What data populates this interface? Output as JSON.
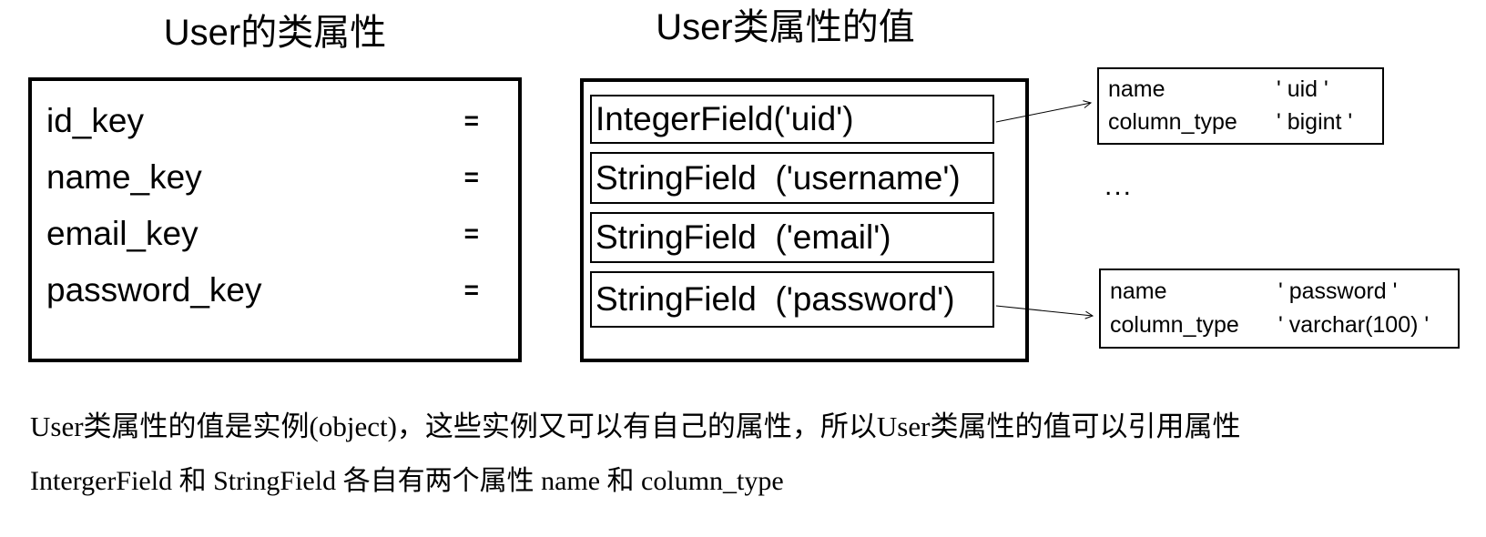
{
  "diagram": {
    "left_panel": {
      "title": "User的类属性",
      "rows": [
        {
          "name": "id_key",
          "eq": "="
        },
        {
          "name": "name_key",
          "eq": "="
        },
        {
          "name": "email_key",
          "eq": "="
        },
        {
          "name": "password_key",
          "eq": "="
        }
      ]
    },
    "middle_panel": {
      "title": "User类属性的值",
      "items": [
        {
          "label": "IntegerField('uid')"
        },
        {
          "label": "StringField  ('username')"
        },
        {
          "label": "StringField  ('email')"
        },
        {
          "label": "StringField  ('password')"
        }
      ]
    },
    "detail_panels": {
      "uid": {
        "rows": [
          {
            "label": "name",
            "value": "' uid '"
          },
          {
            "label": "column_type",
            "value": "' bigint '"
          }
        ]
      },
      "ellipsis": "...",
      "password": {
        "rows": [
          {
            "label": "name",
            "value": "' password '"
          },
          {
            "label": "column_type",
            "value": "' varchar(100) '"
          }
        ]
      }
    }
  },
  "notes": {
    "line1": "User类属性的值是实例(object)，这些实例又可以有自己的属性，所以User类属性的值可以引用属性",
    "line2": "IntergerField 和 StringField 各自有两个属性 name 和 column_type"
  },
  "colors": {
    "ink": "#000000",
    "background": "#ffffff"
  }
}
